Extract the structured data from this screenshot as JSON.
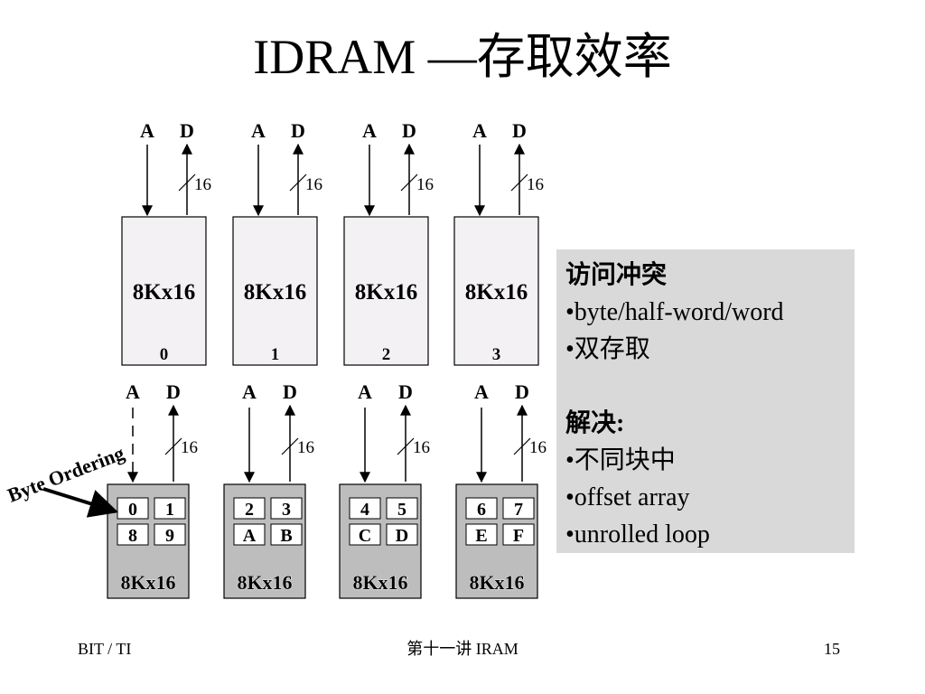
{
  "slide": {
    "title": "IDRAM —存取效率"
  },
  "diagram": {
    "top_units": [
      {
        "a": "A",
        "d": "D",
        "width": "16",
        "size": "8Kx16",
        "index": "0"
      },
      {
        "a": "A",
        "d": "D",
        "width": "16",
        "size": "8Kx16",
        "index": "1"
      },
      {
        "a": "A",
        "d": "D",
        "width": "16",
        "size": "8Kx16",
        "index": "2"
      },
      {
        "a": "A",
        "d": "D",
        "width": "16",
        "size": "8Kx16",
        "index": "3"
      }
    ],
    "bottom_units": [
      {
        "a": "A",
        "d": "D",
        "width": "16",
        "size": "8Kx16",
        "bytes": [
          "0",
          "1",
          "8",
          "9"
        ]
      },
      {
        "a": "A",
        "d": "D",
        "width": "16",
        "size": "8Kx16",
        "bytes": [
          "2",
          "3",
          "A",
          "B"
        ]
      },
      {
        "a": "A",
        "d": "D",
        "width": "16",
        "size": "8Kx16",
        "bytes": [
          "4",
          "5",
          "C",
          "D"
        ]
      },
      {
        "a": "A",
        "d": "D",
        "width": "16",
        "size": "8Kx16",
        "bytes": [
          "6",
          "7",
          "E",
          "F"
        ]
      }
    ],
    "byte_ordering_label": "Byte Ordering"
  },
  "panel": {
    "conflict_title": "访问冲突",
    "conflict_items": [
      "•byte/half-word/word",
      "•双存取"
    ],
    "solution_title": "解决:",
    "solution_items": [
      "•不同块中",
      "•offset array",
      "•unrolled  loop"
    ]
  },
  "footer": {
    "left": "BIT / TI",
    "center": "第十一讲 IRAM",
    "page": "15"
  },
  "colors": {
    "top_box_fill": "#f3f1f4",
    "bottom_box_fill": "#bdbdbd",
    "panel_fill": "#d9d9d9"
  }
}
